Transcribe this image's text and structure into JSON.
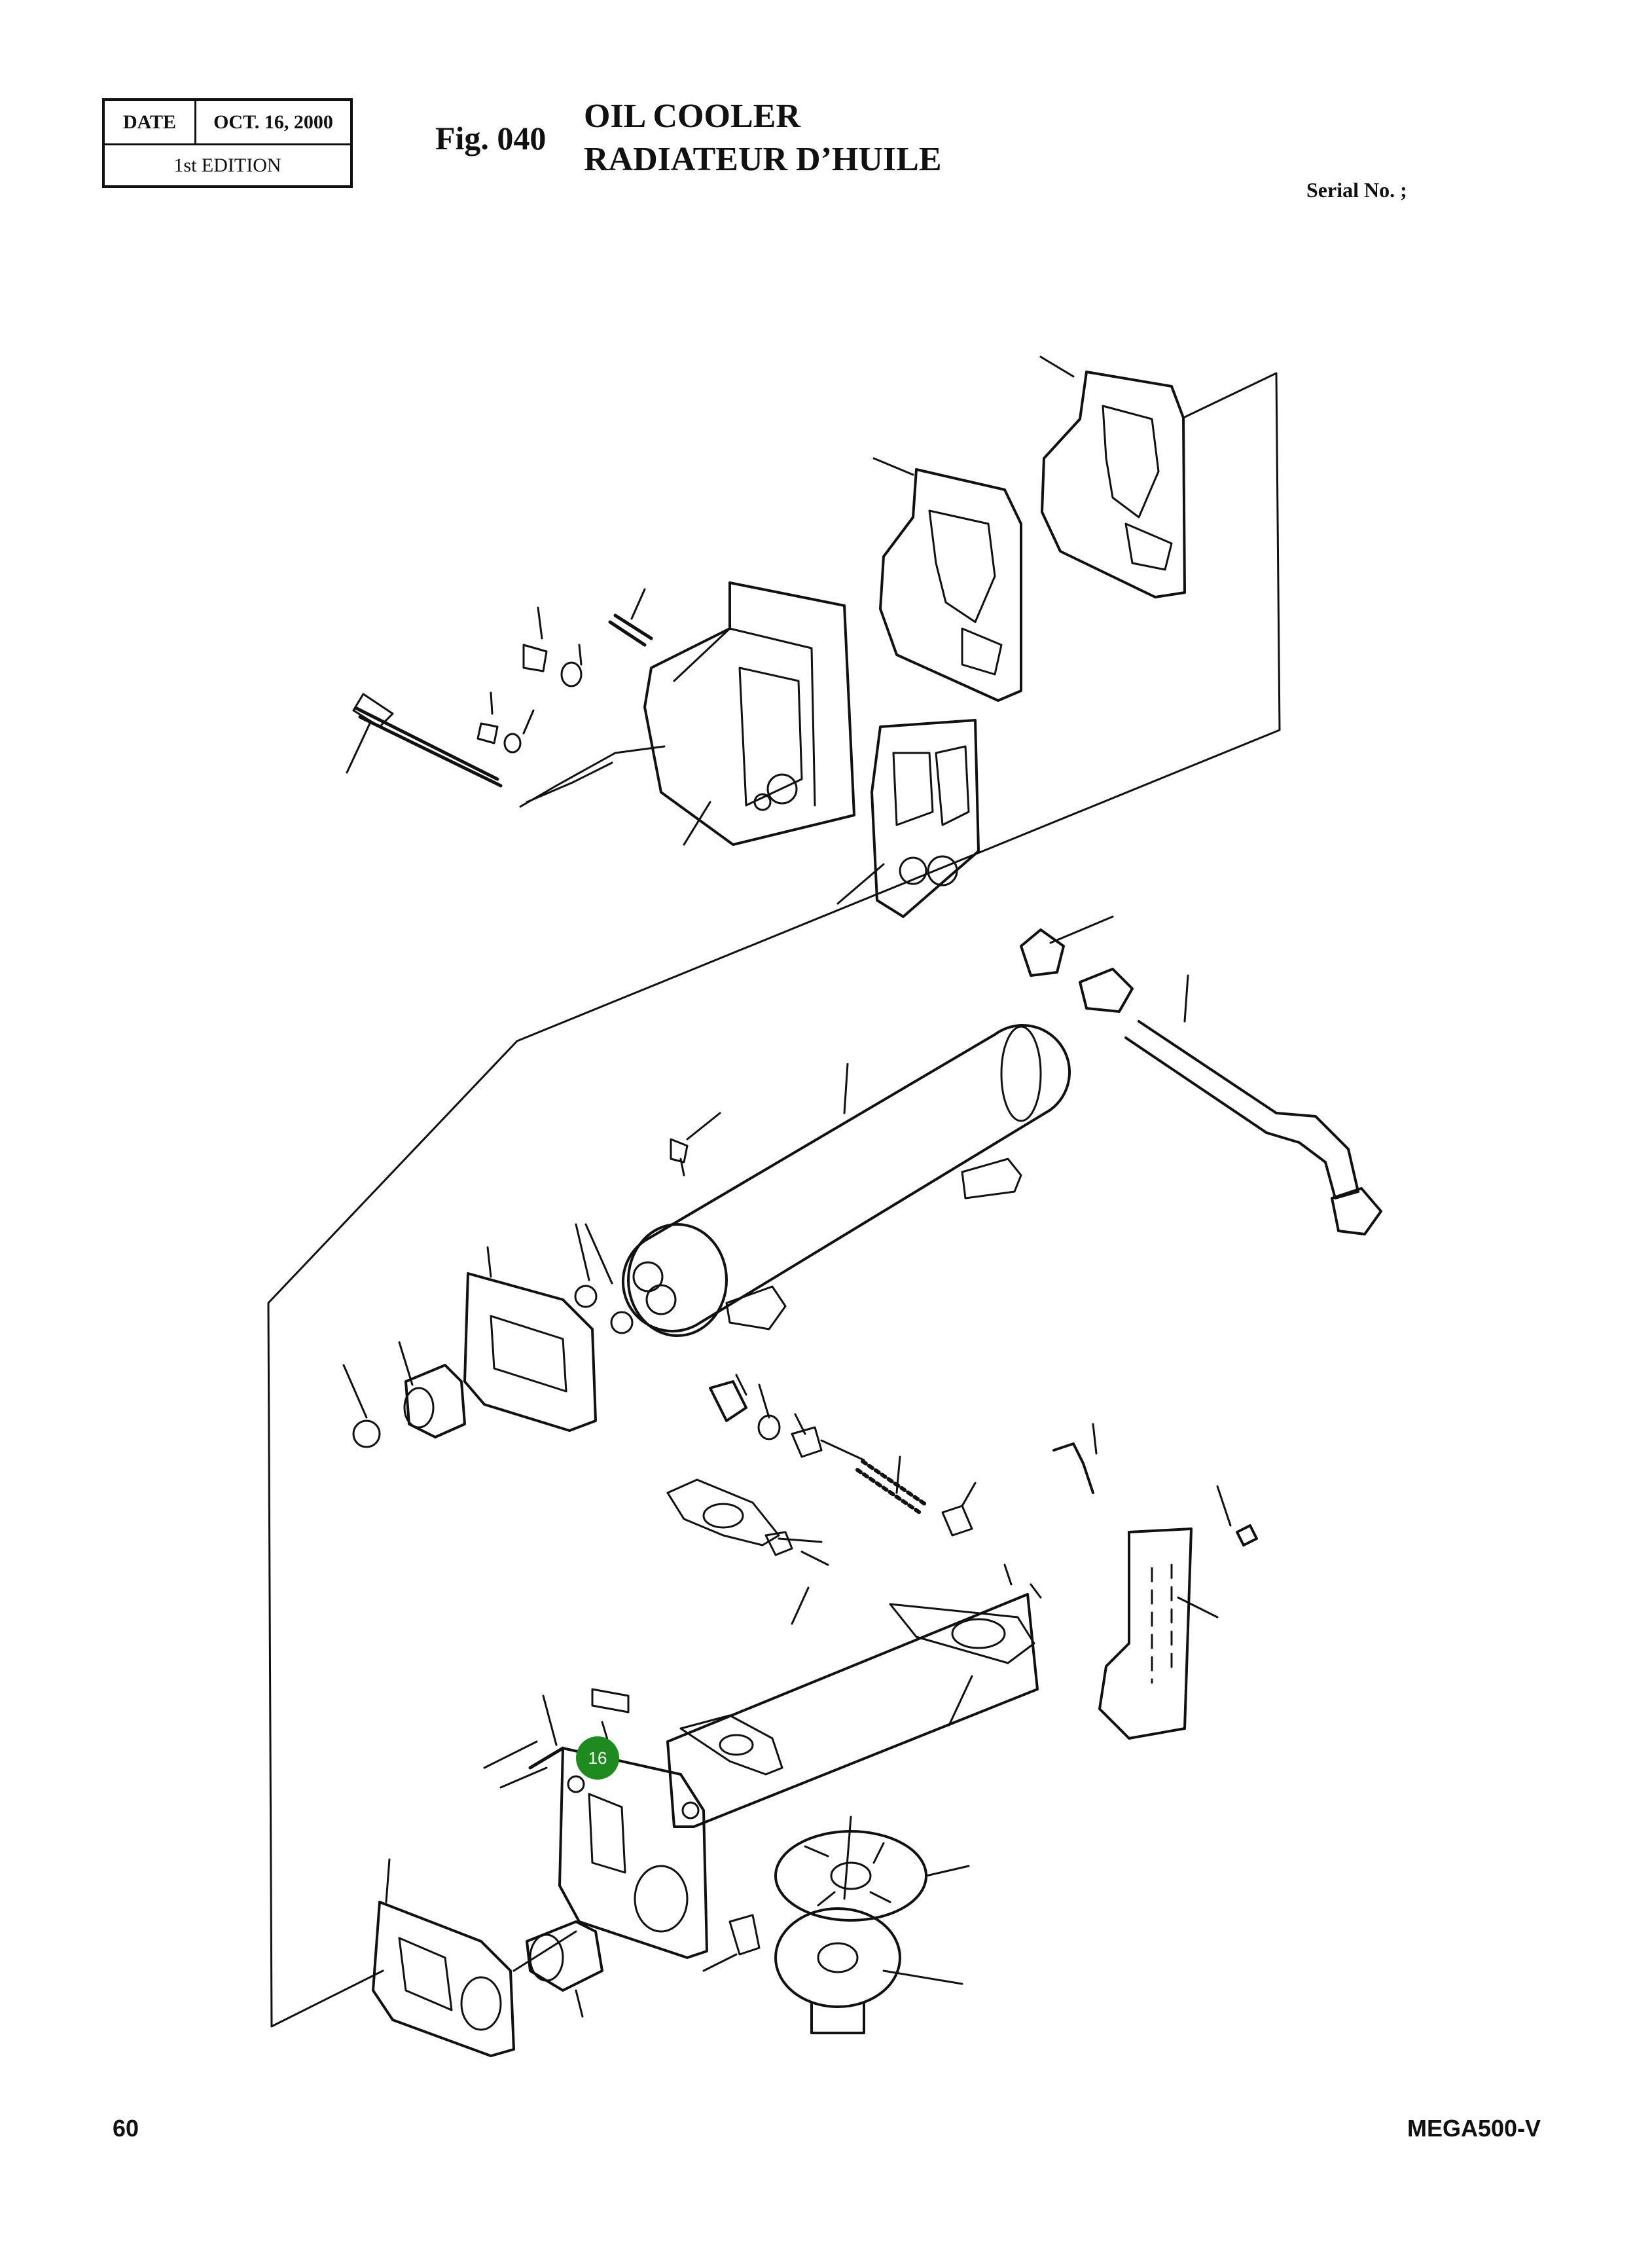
{
  "header": {
    "date_label": "DATE",
    "date_value": "OCT. 16, 2000",
    "edition": "1st EDITION",
    "fig_no": "Fig. 040",
    "title_en": "OIL COOLER",
    "title_fr": "RADIATEUR D’HUILE",
    "serial": "Serial No. ;"
  },
  "callout": {
    "number": "16",
    "color": "#1f8a1f"
  },
  "footer": {
    "page": "60",
    "model": "MEGA500-V"
  }
}
